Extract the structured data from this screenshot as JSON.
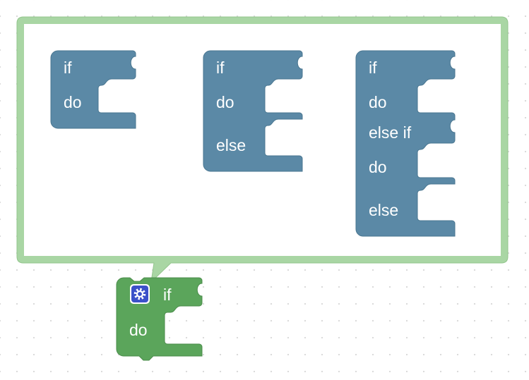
{
  "colors": {
    "logic_block": "#5b89a6",
    "logic_block_stroke": "#4a7690",
    "control_block": "#5ba55b",
    "control_block_stroke": "#4b8c4b",
    "bubble_border": "#a9d6a4",
    "mutator_icon_bg": "#3b51c9",
    "workspace_bg": "#ffffff",
    "grid_dot": "#d9d9d9"
  },
  "mutator_bubble": {
    "blocks": [
      {
        "labels": {
          "if": "if",
          "do": "do"
        }
      },
      {
        "labels": {
          "if": "if",
          "do": "do",
          "else": "else"
        }
      },
      {
        "labels": {
          "if": "if",
          "do": "do",
          "else_if": "else if",
          "do2": "do",
          "else": "else"
        }
      }
    ]
  },
  "main_block": {
    "type": "controls_if",
    "labels": {
      "if": "if",
      "do": "do"
    },
    "mutator_icon": "gear-icon"
  }
}
